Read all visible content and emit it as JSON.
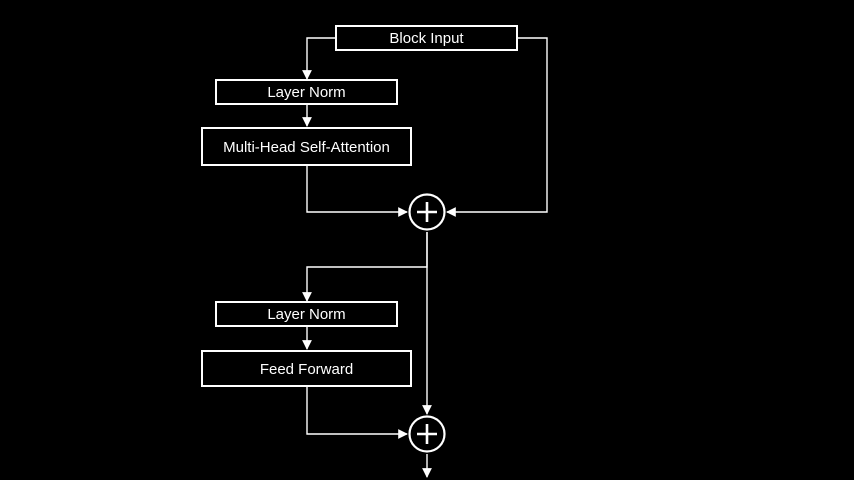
{
  "diagram": {
    "background": "#000000",
    "stroke_color": "#ffffff",
    "nodes": {
      "block_input": "Block Input",
      "layer_norm_1": "Layer Norm",
      "attention": "Multi-Head Self-Attention",
      "layer_norm_2": "Layer Norm",
      "feed_forward": "Feed Forward"
    },
    "operators": {
      "add_1": "+",
      "add_2": "+"
    }
  }
}
